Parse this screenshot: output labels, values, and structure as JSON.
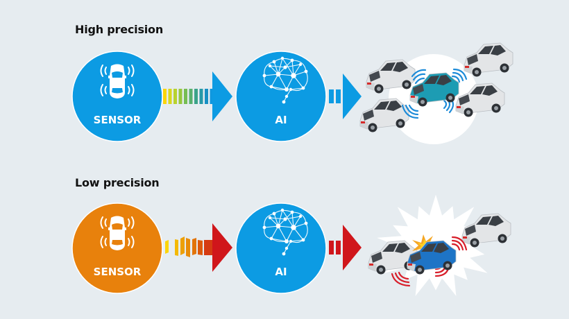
{
  "colors": {
    "background": "#e6ecf0",
    "blue": "#0c9be3",
    "orange": "#e8810c",
    "red_arrow": "#d0161b",
    "teal_car": "#1d9cb3",
    "blue_car": "#1e74c6",
    "gray_car": "#e2e4e6",
    "signal_blue": "#1d8bd8",
    "signal_red": "#d81e2a"
  },
  "rows": [
    {
      "id": "high",
      "title": "High precision",
      "sensor": {
        "label": "SENSOR",
        "color": "#0c9be3"
      },
      "signal_gradient": [
        "#fbd508",
        "#d8d81c",
        "#b8d22e",
        "#96c73c",
        "#76bd53",
        "#58b06d",
        "#3ba389",
        "#2599a8",
        "#178fc3",
        "#0f98df"
      ],
      "signal_quality": "uniform",
      "arrow1_color": "#0c9be3",
      "ai": {
        "label": "AI",
        "color": "#0c9be3"
      },
      "arrow2_color": "#0c9be3",
      "outcome": "safe"
    },
    {
      "id": "low",
      "title": "Low precision",
      "sensor": {
        "label": "SENSOR",
        "color": "#e8810c"
      },
      "signal_gradient": [
        "#fbd508",
        "#f4b905",
        "#eda005",
        "#e88c08",
        "#e27409",
        "#dc5a0c",
        "#d53b12"
      ],
      "signal_quality": "distorted",
      "arrow1_color": "#d0161b",
      "ai": {
        "label": "AI",
        "color": "#0c9be3"
      },
      "arrow2_color": "#d0161b",
      "outcome": "collision"
    }
  ],
  "icons": {
    "sensor": "car-with-radar-waves-icon",
    "ai": "neural-network-brain-icon"
  }
}
